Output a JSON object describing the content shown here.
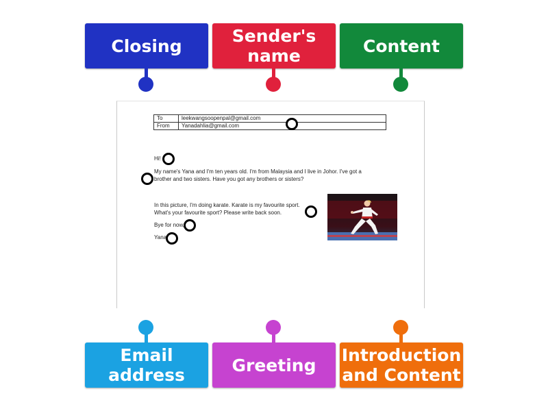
{
  "labels": [
    {
      "id": "closing",
      "text": "Closing",
      "color": "#2032c3"
    },
    {
      "id": "senders-name",
      "text": "Sender's\nname",
      "color": "#e0213c"
    },
    {
      "id": "content",
      "text": "Content",
      "color": "#12893b"
    },
    {
      "id": "email-address",
      "text": "Email\naddress",
      "color": "#1ba2e2"
    },
    {
      "id": "greeting",
      "text": "Greeting",
      "color": "#c643d0"
    },
    {
      "id": "introduction-and-content",
      "text": "Introduction\nand Content",
      "color": "#ef6e0c"
    }
  ],
  "document": {
    "header": {
      "to_key": "To",
      "to_value": "leekwangsoopenpal@gmail.com",
      "from_key": "From",
      "from_value": "Yanadahlia@gmail.com"
    },
    "greeting": "Hi!",
    "intro_line1": "My name's Yana and I'm ten years old. I'm from Malaysia and I live in Johor. I've got a",
    "intro_line2": "brother and two sisters. Have you got any brothers or sisters?",
    "content_line1": "In this picture, I'm doing karate. Karate is my favourite sport.",
    "content_line2": "What's your favourite sport? Please write back soon.",
    "closing": "Bye for now,",
    "sender": "Yana"
  }
}
